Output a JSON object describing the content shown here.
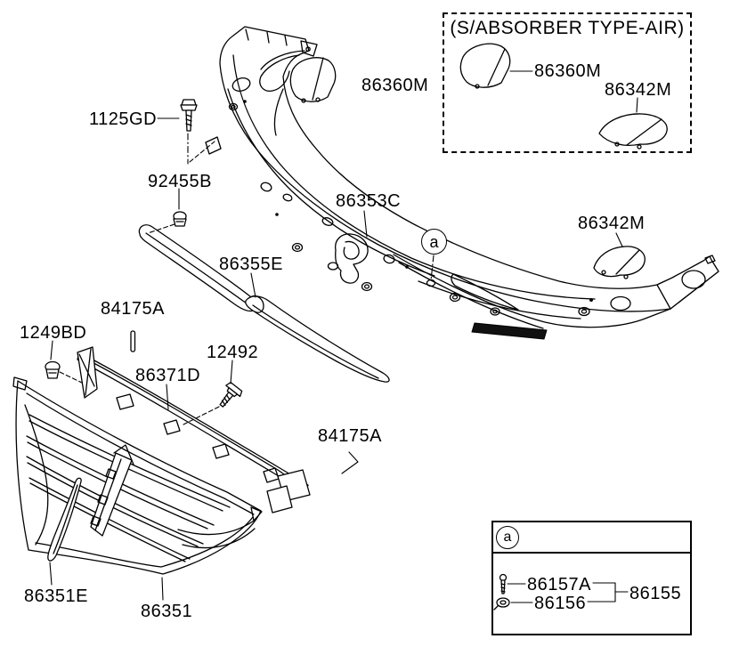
{
  "inset_box": {
    "title": "(S/ABSORBER TYPE-AIR)",
    "cover_upper_label": "86360M",
    "cover_lower_label": "86342M"
  },
  "callouts": {
    "bolt_1125gd": "1125GD",
    "nut_92455b": "92455B",
    "cover_86360m": "86360M",
    "support_86353c": "86353C",
    "strip_86355e": "86355E",
    "pin_84175a_1": "84175A",
    "nut_1249bd": "1249BD",
    "molding_86371d": "86371D",
    "bolt_12492": "12492",
    "pin_84175a_2": "84175A",
    "cover_86342m": "86342M",
    "grille_strip_86351e": "86351E",
    "grille_86351": "86351"
  },
  "markers": {
    "a": "a"
  },
  "legend": {
    "marker": "a",
    "rows": [
      {
        "icon": "screw-icon",
        "label": "86157A"
      },
      {
        "icon": "grommet-icon",
        "label": "86156"
      }
    ],
    "group_label": "86155"
  },
  "colors": {
    "line": "#000000",
    "background": "#ffffff"
  }
}
